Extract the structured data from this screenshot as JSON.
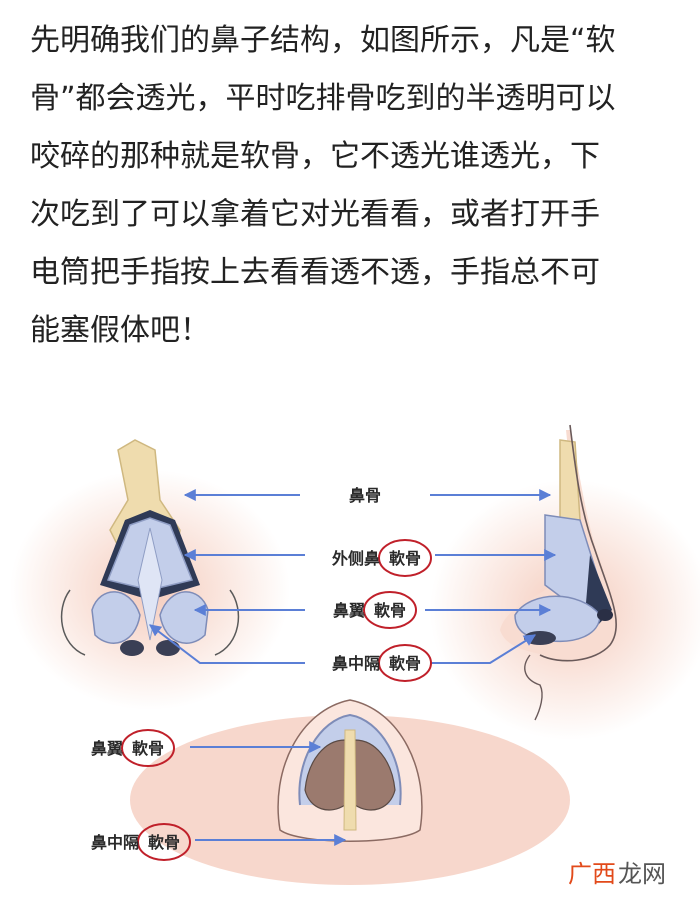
{
  "article": {
    "lines": [
      "先明确我们的鼻子结构，如图所示，凡是“软",
      "骨”都会透光，平时吃排骨吃到的半透明可以",
      "咬碎的那种就是软骨，它不透光谁透光，下",
      "次吃到了可以拿着它对光看看，或者打开手",
      "电筒把手指按上去看看透不透，手指总不可",
      "能塞假体吧！"
    ]
  },
  "diagram": {
    "labels": {
      "nasal_bone": "鼻骨",
      "lateral_prefix": "外侧鼻",
      "lateral_cart": "軟骨",
      "alar_prefix": "鼻翼",
      "alar_cart": "軟骨",
      "septal_prefix": "鼻中隔",
      "septal_cart": "軟骨",
      "bottom_alar_prefix": "鼻翼",
      "bottom_alar_cart": "軟骨",
      "bottom_septal_prefix": "鼻中隔",
      "bottom_septal_cart": "軟骨"
    },
    "colors": {
      "skin": "#f6d3c6",
      "bone": "#efdcae",
      "cartilage": "#c3ceea",
      "cartilage_dark": "#8f9dc4",
      "arrow": "#5b7fd6",
      "circle": "#c0202a"
    }
  },
  "watermark": {
    "part1": "广西",
    "part2": "龙网"
  }
}
